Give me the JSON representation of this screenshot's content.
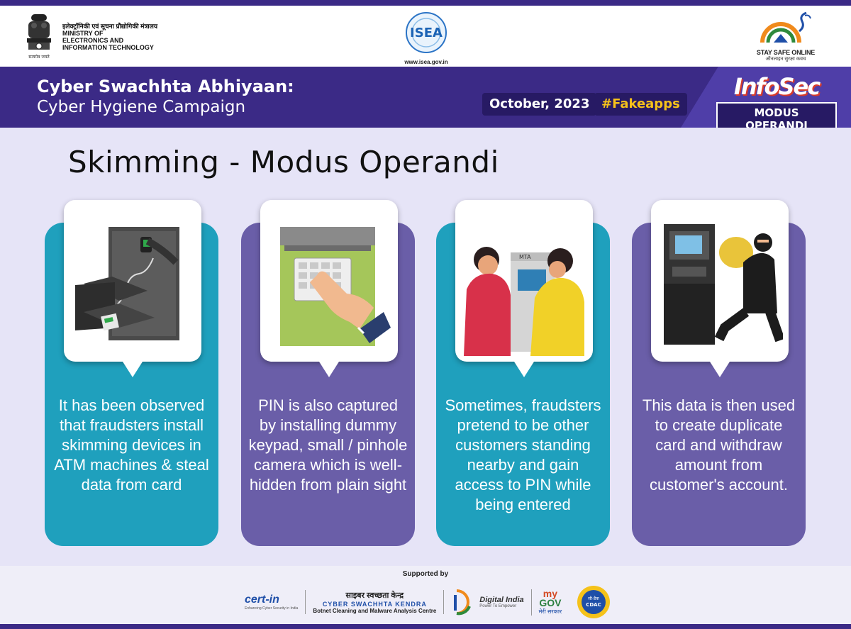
{
  "header": {
    "ministry_hindi": "इलेक्ट्रॉनिकी एवं सूचना प्रौद्योगिकी मंत्रालय",
    "ministry_line1": "MINISTRY OF",
    "ministry_line2": "ELECTRONICS AND",
    "ministry_line3": "INFORMATION TECHNOLOGY",
    "emblem_motto": "सत्यमेव जयते",
    "isea_logo_text": "ISEA",
    "isea_url": "www.isea.gov.in",
    "stay_safe_title": "STAY SAFE ONLINE",
    "stay_safe_hindi": "ऑनलाइन सुरक्षा कवच"
  },
  "banner": {
    "title": "Cyber Swachhta Abhiyaan:",
    "subtitle": "Cyber Hygiene Campaign",
    "date_tag": "October, 2023",
    "hashtag": "#Fakeapps",
    "infosec": "InfoSec",
    "modus": "MODUS OPERANDI"
  },
  "page_title": "Skimming - Modus Operandi",
  "cards": [
    {
      "text": "It has been observed that fraudsters install skimming devices in ATM machines & steal data from card",
      "color": "#1fa0bd",
      "icon": "skimming-device-icon"
    },
    {
      "text": "PIN is also captured by installing dummy keypad, small / pinhole camera which is well-hidden from plain sight",
      "color": "#6a5ea8",
      "icon": "keypad-finger-icon"
    },
    {
      "text": "Sometimes, fraudsters pretend to be other customers standing nearby and gain access to PIN while being entered",
      "color": "#1fa0bd",
      "icon": "atm-customers-icon"
    },
    {
      "text": "This data is then used to create duplicate card and withdraw amount from customer's account.",
      "color": "#6a5ea8",
      "icon": "thief-atm-icon"
    }
  ],
  "atm_screen_label": "MTA",
  "footer": {
    "supported_by": "Supported by",
    "cert_in": "cert-in",
    "cert_tagline": "Enhancing Cyber Security in India",
    "csk_hindi": "साइबर स्वच्छता केन्द्र",
    "csk_name": "CYBER SWACHHTA KENDRA",
    "csk_sub": "Botnet Cleaning and Malware Analysis Centre",
    "digital_india": "Digital India",
    "digital_india_sub": "Power To Empower",
    "mygov_my": "my",
    "mygov_gov": "GOV",
    "mygov_hindi": "मेरी सरकार",
    "cdac": "CDAC",
    "cdac_hindi": "सी-डैक"
  }
}
